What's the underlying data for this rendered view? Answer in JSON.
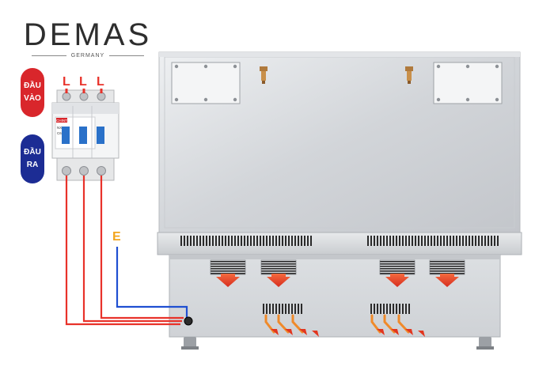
{
  "brand": {
    "name": "DEMAS",
    "tagline": "GERMANY"
  },
  "labels": {
    "input_label": [
      "ĐẦU",
      "VÀO"
    ],
    "output_label": [
      "ĐẦU",
      "RA"
    ],
    "phase_terminals": [
      "L",
      "L",
      "L"
    ],
    "earth_terminal": "E"
  },
  "breaker": {
    "brand": "CHINT",
    "model": "NXB-63",
    "rating": "C63"
  },
  "colors": {
    "phase_wire": "#e8322a",
    "earth_wire": "#1f4fd1",
    "input_badge": "#d9262b",
    "output_badge": "#1c2c94",
    "earth_label": "#f2a51e",
    "airflow_arrow": "#ee4a2c"
  },
  "icons": {
    "airflow": "arrow-down-icon",
    "exhaust": "arrow-diagonal-icon"
  }
}
